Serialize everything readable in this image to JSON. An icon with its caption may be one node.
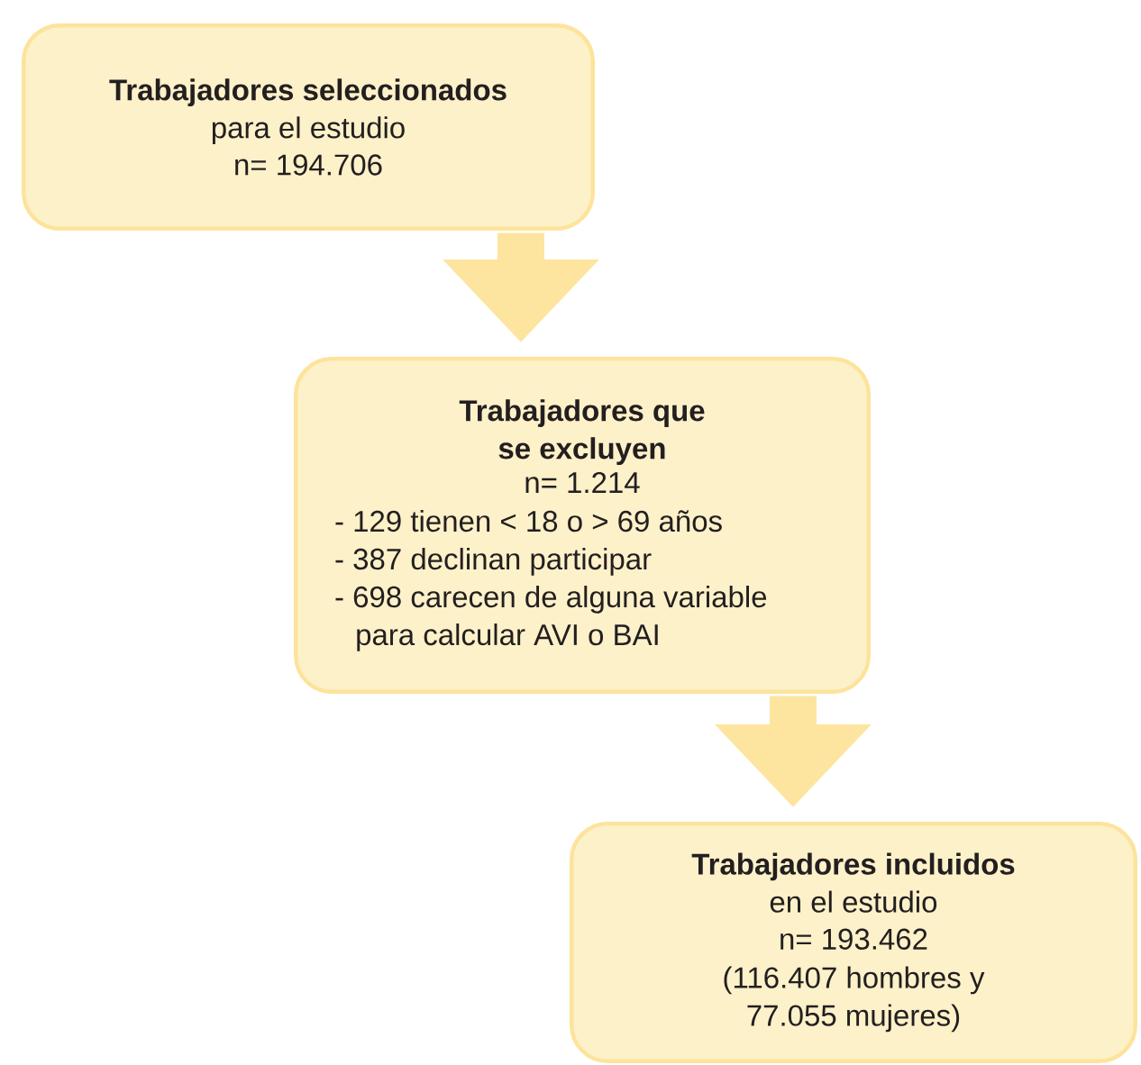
{
  "diagram": {
    "nodes": [
      {
        "text": [
          "Trabajadores seleccionados",
          "para el estudio",
          "n= 194.706"
        ]
      },
      {
        "text": [
          "Trabajadores que se excluyen",
          "n= 1.214",
          "- 129 tienen < 18 o > 69 años",
          "- 387 declinan participar",
          "- 698 carecen de alguna variable para calcular AVI o BAI"
        ]
      },
      {
        "text": [
          "Trabajadores incluidos",
          "en el estudio",
          "n= 193.462",
          "(116.407 hombres y 77.055 mujeres)"
        ]
      }
    ],
    "edges": [
      {
        "from": 0,
        "to": 1,
        "arrow": "to"
      },
      {
        "from": 1,
        "to": 2,
        "arrow": "to"
      }
    ]
  }
}
